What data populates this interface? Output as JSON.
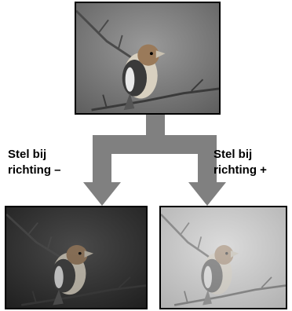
{
  "labels": {
    "left": "Stel bij\nrichting –",
    "right": "Stel bij\nrichting +"
  },
  "images": {
    "top": {
      "subject": "bird-on-branch",
      "tone": "normal"
    },
    "left": {
      "subject": "bird-on-branch",
      "tone": "darker"
    },
    "right": {
      "subject": "bird-on-branch",
      "tone": "lighter"
    }
  },
  "colors": {
    "arrow": "#808080",
    "frame": "#000000"
  }
}
